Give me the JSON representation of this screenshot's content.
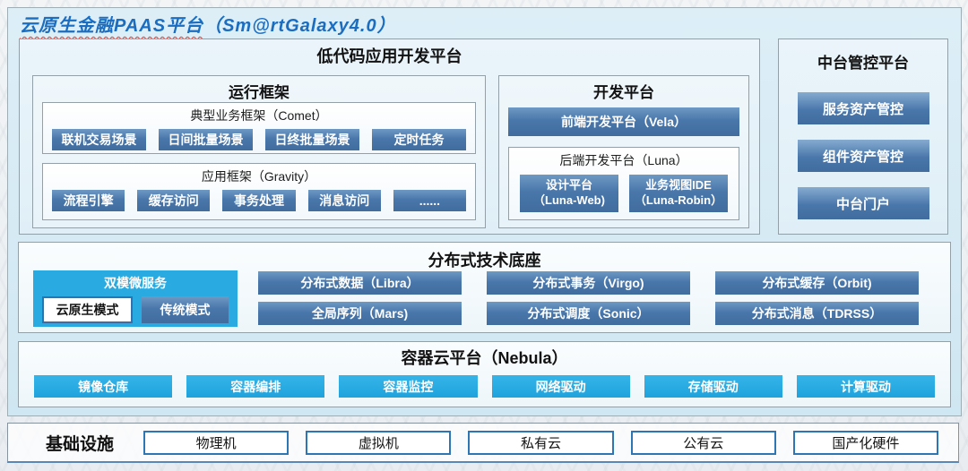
{
  "page": {
    "title": {
      "main": "云原生金融PAAS平台",
      "version": "（Sm@rtGalaxy4.0）"
    }
  },
  "low_code": {
    "title": "低代码应用开发平台",
    "runtime": {
      "title": "运行框架",
      "comet": {
        "title": "典型业务框架（Comet）",
        "items": [
          "联机交易场景",
          "日间批量场景",
          "日终批量场景",
          "定时任务"
        ]
      },
      "gravity": {
        "title": "应用框架（Gravity）",
        "items": [
          "流程引擎",
          "缓存访问",
          "事务处理",
          "消息访问",
          "......"
        ]
      }
    },
    "dev": {
      "title": "开发平台",
      "vela": "前端开发平台（Vela）",
      "luna": {
        "title": "后端开发平台（Luna）",
        "items": [
          {
            "line1": "设计平台",
            "line2": "（Luna-Web)"
          },
          {
            "line1": "业务视图IDE",
            "line2": "（Luna-Robin）"
          }
        ]
      }
    }
  },
  "mid_platform": {
    "title": "中台管控平台",
    "items": [
      "服务资产管控",
      "组件资产管控",
      "中台门户"
    ]
  },
  "distributed": {
    "title": "分布式技术底座",
    "dual_mode": {
      "title": "双模微服务",
      "cloud_native": "云原生模式",
      "traditional": "传统模式"
    },
    "items": [
      "分布式数据（Libra）",
      "分布式事务（Virgo)",
      "分布式缓存（Orbit)",
      "全局序列（Mars)",
      "分布式调度（Sonic）",
      "分布式消息（TDRSS）"
    ]
  },
  "container": {
    "title": "容器云平台（Nebula）",
    "items": [
      "镜像仓库",
      "容器编排",
      "容器监控",
      "网络驱动",
      "存储驱动",
      "计算驱动"
    ]
  },
  "infrastructure": {
    "title": "基础设施",
    "items": [
      "物理机",
      "虚拟机",
      "私有云",
      "公有云",
      "国产化硬件"
    ]
  },
  "colors": {
    "steel_blue": "#4a77ab",
    "cyan": "#29abe2",
    "panel_bg": "#d6eaf4",
    "title_blue": "#1b6dc0",
    "border_blue": "#2e75b6",
    "underline_red": "#e23a2e"
  }
}
